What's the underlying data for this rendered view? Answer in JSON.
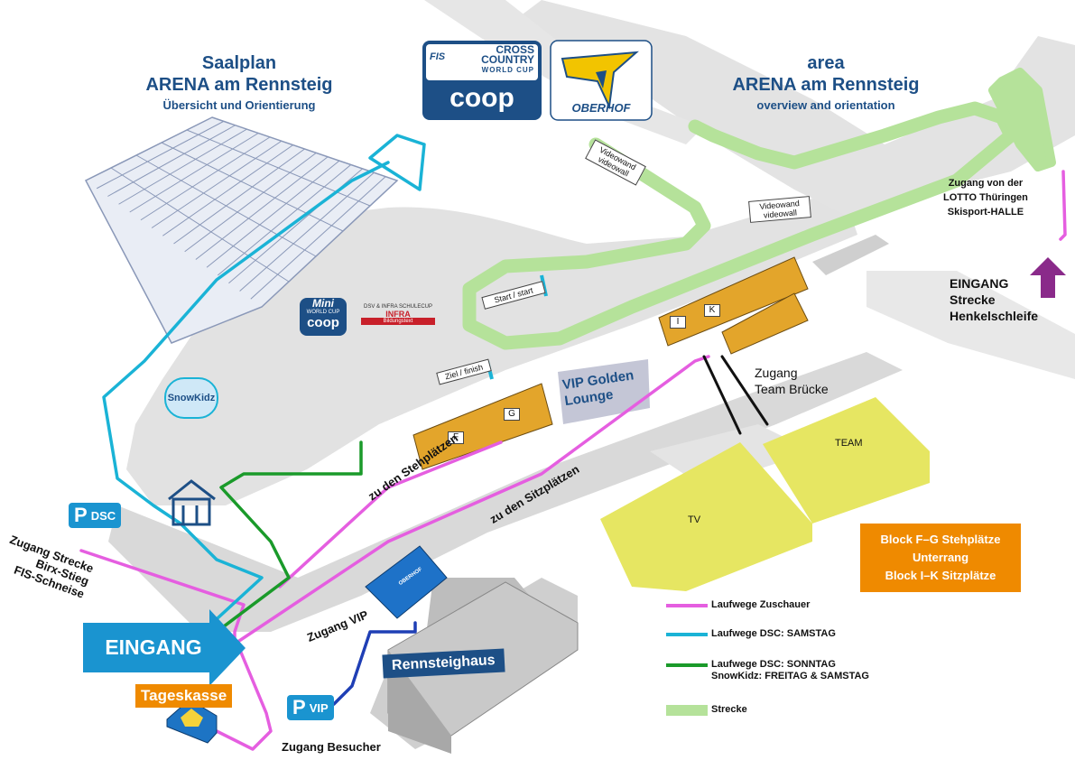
{
  "titles": {
    "left_line1": "Saalplan",
    "left_line2": "ARENA am Rennsteig",
    "left_sub": "Übersicht und Orientierung",
    "right_line1": "area",
    "right_line2": "ARENA am Rennsteig",
    "right_sub": "overview and orientation"
  },
  "logos": {
    "fis_line1": "CROSS",
    "fis_line2": "COUNTRY",
    "fis_line3": "WORLD CUP",
    "fis_brand": "FIS",
    "coop": "coop",
    "oberhof": "OBERHOF",
    "mini_top": "Mini",
    "mini_mid": "WORLD CUP",
    "mini_coop": "coop",
    "dsv_top": "DSV & INFRA SCHULECUP",
    "dsv_brand": "INFRA",
    "dsv_bottom": "Bildungstext",
    "snowkidz": "SnowKidz",
    "vip_logo": "OBERHOF"
  },
  "signs": {
    "videowand1": "Videowand\nvideowall",
    "videowand2": "Videowand\nvideowall",
    "start": "Start / start",
    "finish": "Ziel / finish"
  },
  "areas": {
    "block_f": "F",
    "block_g": "G",
    "block_i": "I",
    "block_k": "K",
    "vip_lounge": "VIP Golden\nLounge",
    "team": "TEAM",
    "tv": "TV",
    "rennsteighaus": "Rennsteighaus"
  },
  "labels": {
    "zugang_team_bruecke": "Zugang\nTeam Brücke",
    "zu_stehplaetzen": "zu den Stehplätzen",
    "zu_sitzplaetzen": "zu den Sitzplätzen",
    "zugang_strecke": "Zugang Strecke\nBirx-Stieg\nFIS-Schneise",
    "zugang_vip": "Zugang VIP",
    "zugang_besucher": "Zugang Besucher",
    "zugang_lotto": "Zugang von der\nLOTTO Thüringen\nSkisport-HALLE",
    "eingang_henkel": "EINGANG\nStrecke\nHenkelschleife",
    "eingang_main": "EINGANG",
    "tageskasse": "Tageskasse",
    "p_dsc": "DSC",
    "p_vip": "VIP",
    "p_letter": "P"
  },
  "info_box": {
    "line1": "Block F–G Stehplätze",
    "line2": "Unterrang",
    "line3": "Block I–K Sitzplätze",
    "color": "#ef8a00"
  },
  "legend": [
    {
      "label": "Laufwege Zuschauer",
      "color": "#e55ee0"
    },
    {
      "label": "Laufwege DSC: SAMSTAG",
      "color": "#1ab3d6"
    },
    {
      "label": "Laufwege DSC: SONNTAG\nSnowKidz: FREITAG & SAMSTAG",
      "color": "#1a9a2a"
    },
    {
      "label": "Strecke",
      "color": "#b5e29a"
    }
  ],
  "colors": {
    "road": "#dcdcdc",
    "track": "#b5e29a",
    "yellow_field": "#e6e662",
    "stand": "#e3a52b",
    "navy": "#1d4f86",
    "cyan": "#1ab3d6",
    "pink": "#e55ee0",
    "green": "#1a9a2a",
    "purple": "#8a2a8a",
    "blue_path": "#1f3fb5"
  },
  "icons": {
    "restaurant": "restaurant-icon",
    "arrow_up": "up-arrow-icon"
  }
}
